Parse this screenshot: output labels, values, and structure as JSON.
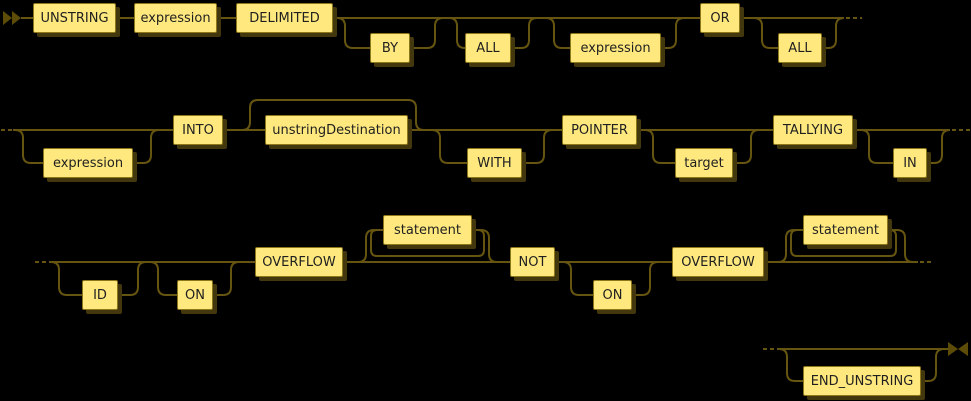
{
  "background_color": "#000000",
  "palette": {
    "box_fill": "#ffe97f",
    "box_border": "#8d771b",
    "box_shadow": "#43370d",
    "line": "#665510",
    "text": "#1f1f1f"
  },
  "nodes": {
    "unstring": "UNSTRING",
    "expression_1": "expression",
    "delimited": "DELIMITED",
    "by": "BY",
    "all_1": "ALL",
    "expression_2": "expression",
    "or": "OR",
    "all_2": "ALL",
    "expression_3": "expression",
    "into": "INTO",
    "unstring_destination": "unstringDestination",
    "with": "WITH",
    "pointer": "POINTER",
    "target": "target",
    "tallying": "TALLYING",
    "in": "IN",
    "id": "ID",
    "on_1": "ON",
    "overflow_1": "OVERFLOW",
    "statement_1": "statement",
    "not": "NOT",
    "on_2": "ON",
    "overflow_2": "OVERFLOW",
    "statement_2": "statement",
    "end_unstring": "END_UNSTRING"
  }
}
